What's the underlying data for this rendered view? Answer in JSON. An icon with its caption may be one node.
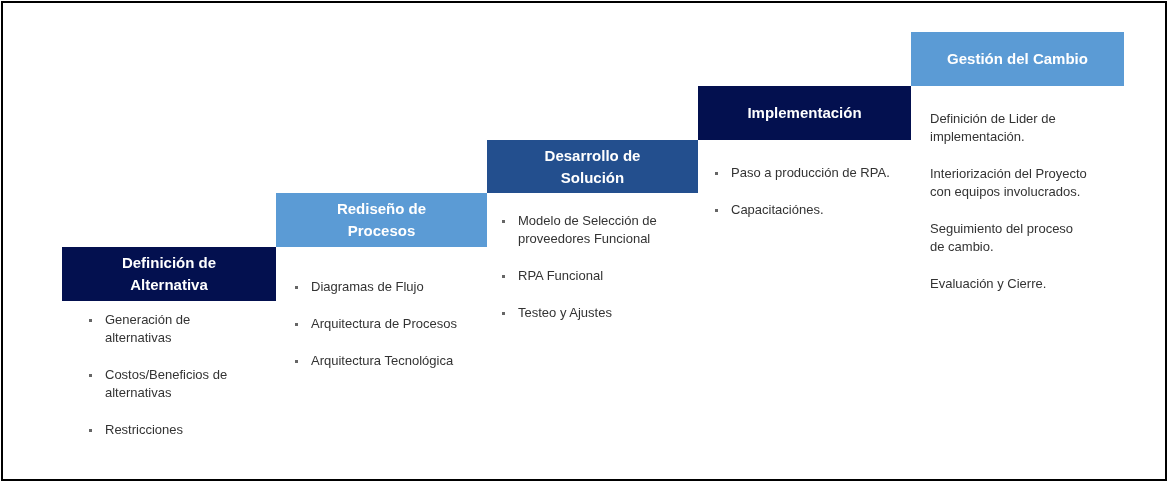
{
  "diagram": {
    "nodes": [
      {
        "text": [
          "Definición de Alternativa"
        ],
        "beside": [
          "Generación de alternativas",
          "Costos/Beneficios de alternativas",
          "Restricciones"
        ]
      },
      {
        "text": [
          "Rediseño de Procesos"
        ],
        "beside": [
          "Diagramas de Flujo",
          "Arquitectura de Procesos",
          "Arquitectura Tecnológica"
        ]
      },
      {
        "text": [
          "Desarrollo de Solución"
        ],
        "beside": [
          "Modelo de Selección de proveedores Funcional",
          "RPA Funcional",
          "Testeo y Ajustes"
        ]
      },
      {
        "text": [
          "Implementación"
        ],
        "beside": [
          "Paso a producción de RPA.",
          "Capacitaciónes."
        ]
      },
      {
        "text": [
          "Gestión del Cambio"
        ],
        "beside": [
          "Definición de Lider de implementación.",
          "Interiorización del Proyecto con equipos involucrados.",
          "Seguimiento del proceso de cambio.",
          "Evaluación y Cierre."
        ]
      }
    ]
  }
}
